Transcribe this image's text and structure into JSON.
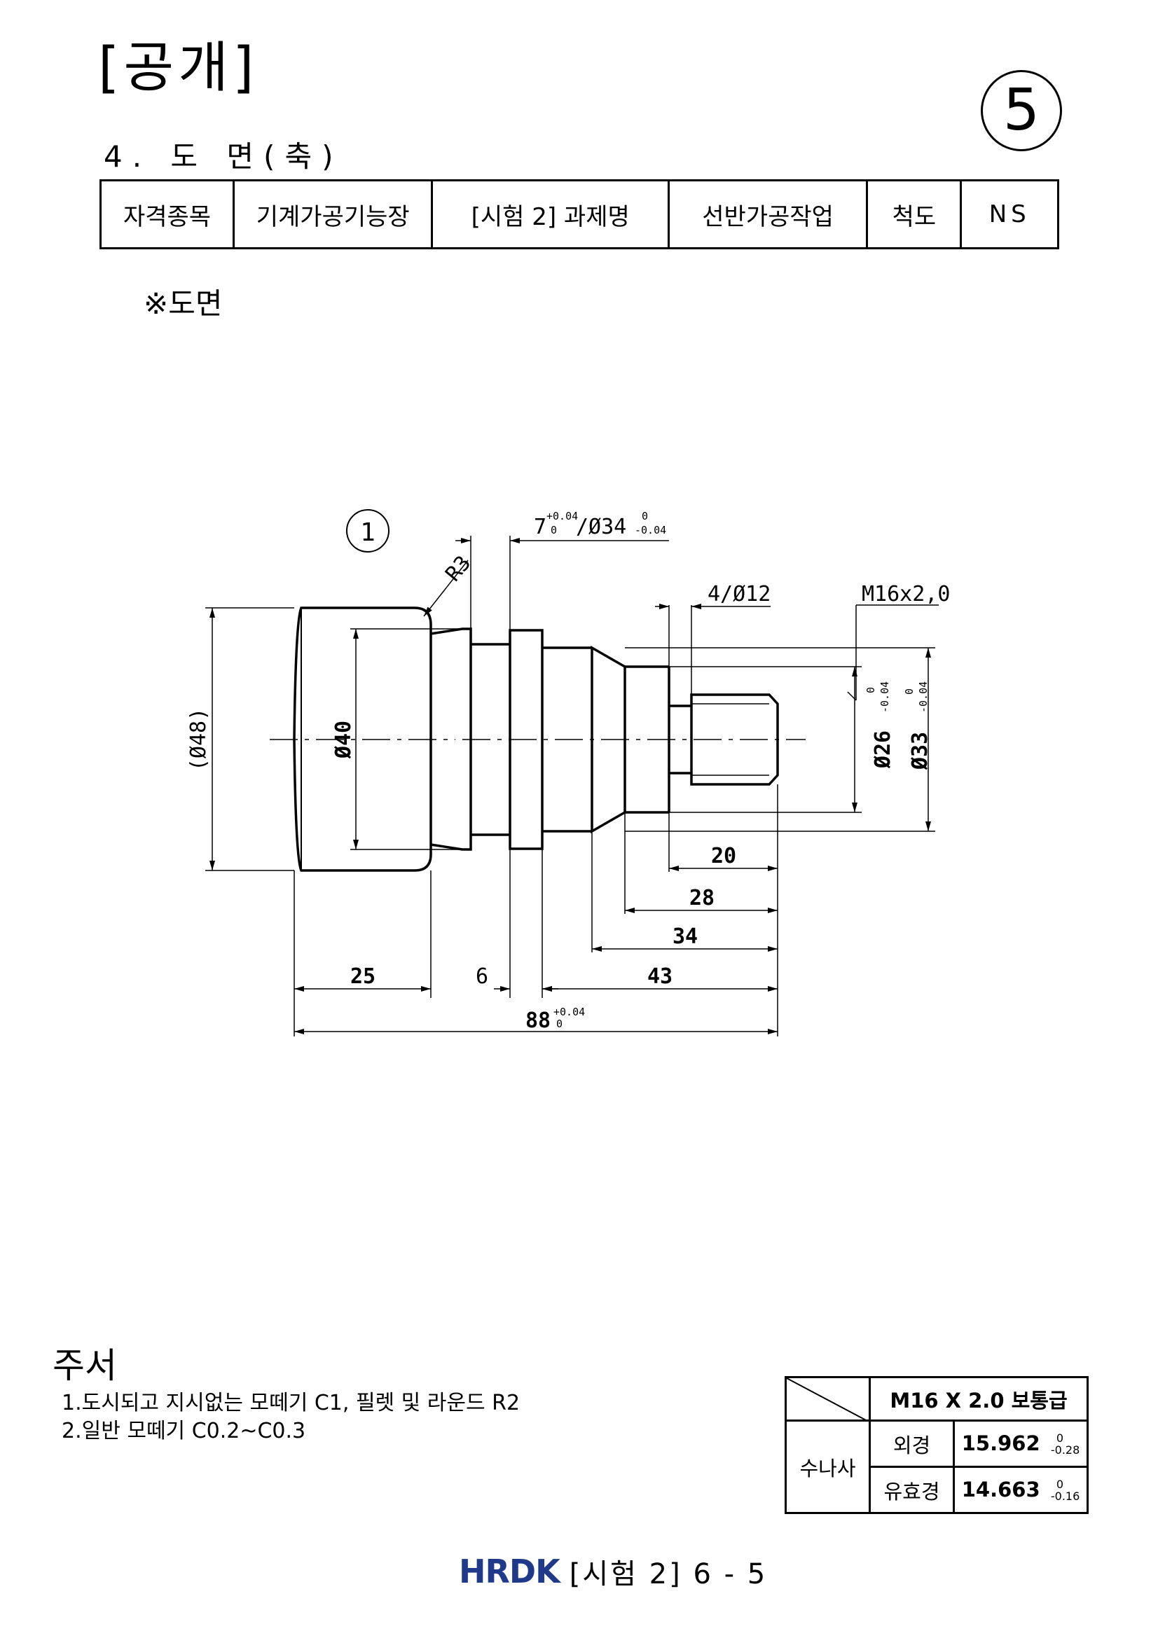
{
  "header": {
    "open_label": "[공개]",
    "sheet_number": "5",
    "section_title": "4. 도 면(축)"
  },
  "info_table": {
    "cells": [
      "자격종목",
      "기계가공기능장",
      "[시험 2] 과제명",
      "선반가공작업",
      "척도",
      "NS"
    ]
  },
  "drawing_note": "※도면",
  "drawing": {
    "callout": "1",
    "labels": {
      "top_groove": "7",
      "top_groove_tol_up": "+0.04",
      "top_groove_tol_low": "0",
      "top_groove_dia": "/Ø34",
      "top_groove_dia_tol_up": "0",
      "top_groove_dia_tol_low": "-0.04",
      "radius": "R3",
      "small_groove": "4/Ø12",
      "thread": "M16x2,0",
      "d48": "(Ø48)",
      "d40": "Ø40",
      "d26": "Ø26",
      "d26_tol_up": "0",
      "d26_tol_low": "-0.04",
      "d33": "Ø33",
      "d33_tol_up": "0",
      "d33_tol_low": "-0.04",
      "l20": "20",
      "l28": "28",
      "l34": "34",
      "l25": "25",
      "l6": "6",
      "l43": "43",
      "l88": "88",
      "l88_tol_up": "+0.04",
      "l88_tol_low": "0"
    }
  },
  "notes": {
    "title": "주서",
    "lines": [
      "1.도시되고 지시없는 모떼기 C1, 필렛 및 라운드 R2",
      "2.일반 모떼기 C0.2~C0.3"
    ]
  },
  "thread_table": {
    "header": "M16 X 2.0 보통급",
    "row_label": "수나사",
    "rows": [
      {
        "name": "외경",
        "value": "15.962",
        "tol_up": "0",
        "tol_low": "-0.28"
      },
      {
        "name": "유효경",
        "value": "14.663",
        "tol_up": "0",
        "tol_low": "-0.16"
      }
    ]
  },
  "footer": {
    "logo": "HRDK",
    "text": "[시험 2] 6 - 5"
  }
}
